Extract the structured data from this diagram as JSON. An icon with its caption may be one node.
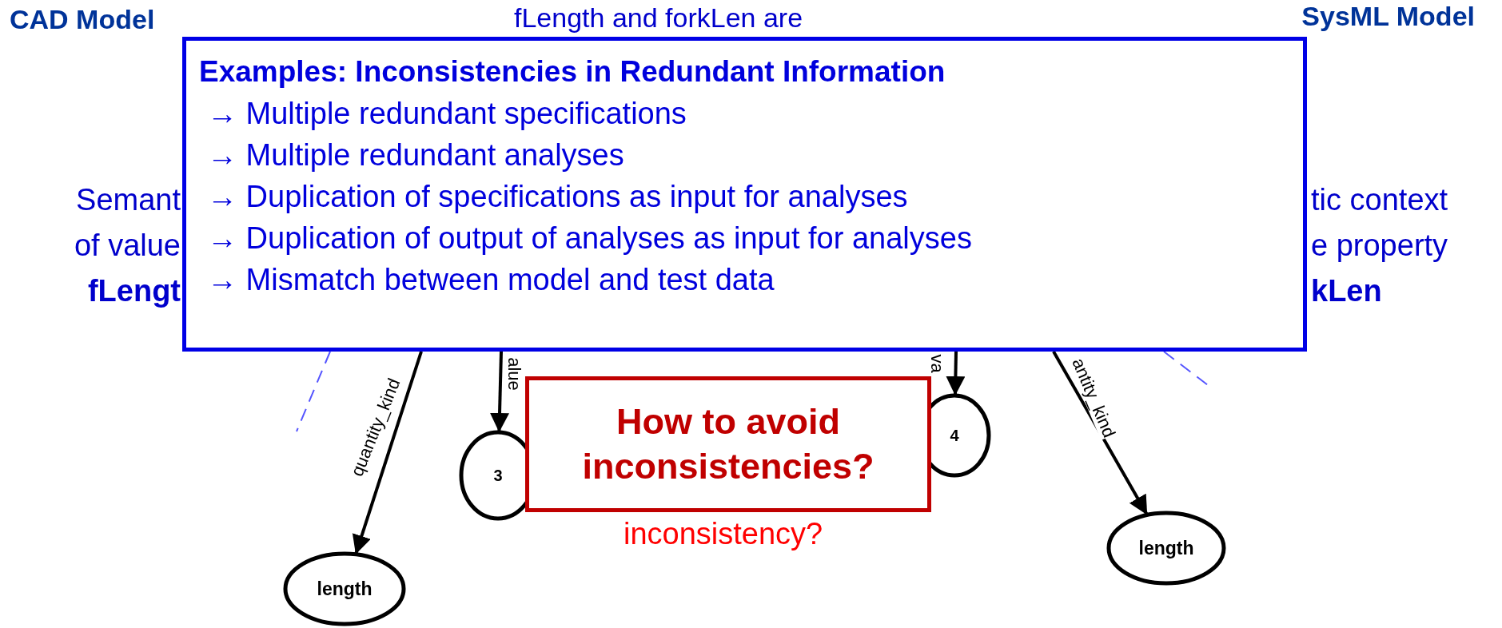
{
  "diagram": {
    "nodes": [
      {
        "text": [
          "Examples: Inconsistencies in Redundant Information",
          "→ Multiple redundant specifications",
          "→ Multiple redundant analyses",
          "→ Duplication of specifications as input for analyses",
          "→ Duplication of output of analyses as input for analyses",
          "→ Mismatch between model and test data"
        ]
      },
      {
        "text": [
          "How to avoid inconsistencies?"
        ]
      },
      {
        "text": [
          "3"
        ]
      },
      {
        "text": [
          "4"
        ]
      },
      {
        "text": [
          "length"
        ]
      },
      {
        "text": [
          "length"
        ]
      }
    ],
    "edges": [
      {
        "from": 0,
        "to": 4,
        "arrow": "to",
        "label": "quantity_kind"
      },
      {
        "from": 0,
        "to": 2,
        "arrow": "to",
        "label": "alue"
      },
      {
        "from": 0,
        "to": 3,
        "arrow": "to",
        "label": "va"
      },
      {
        "from": 0,
        "to": 5,
        "arrow": "to",
        "label": "antity_kind"
      }
    ],
    "labels": [
      "CAD Model",
      "fLength and forkLen are",
      "SysML Model",
      "Semant",
      "tic context",
      "of value",
      "e property",
      "fLengt",
      "kLen",
      "inconsistency?"
    ]
  }
}
